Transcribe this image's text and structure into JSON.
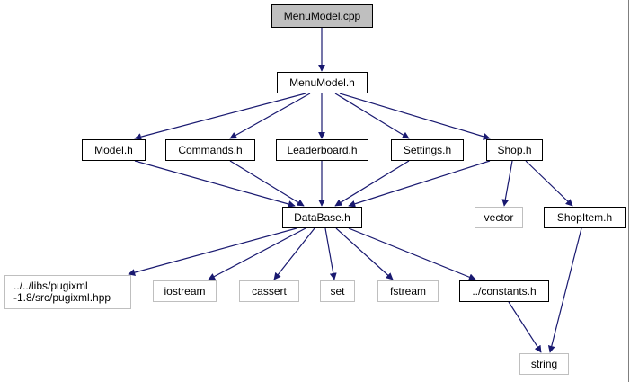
{
  "diagram": {
    "edge_color": "#191970",
    "nodes": [
      {
        "id": "menumodel_cpp",
        "label": "MenuModel.cpp",
        "style": "root"
      },
      {
        "id": "menumodel_h",
        "label": "MenuModel.h",
        "style": "dark"
      },
      {
        "id": "model_h",
        "label": "Model.h",
        "style": "dark"
      },
      {
        "id": "commands_h",
        "label": "Commands.h",
        "style": "dark"
      },
      {
        "id": "leaderboard_h",
        "label": "Leaderboard.h",
        "style": "dark"
      },
      {
        "id": "settings_h",
        "label": "Settings.h",
        "style": "dark"
      },
      {
        "id": "shop_h",
        "label": "Shop.h",
        "style": "dark"
      },
      {
        "id": "database_h",
        "label": "DataBase.h",
        "style": "dark"
      },
      {
        "id": "vector",
        "label": "vector",
        "style": "light"
      },
      {
        "id": "shopitem_h",
        "label": "ShopItem.h",
        "style": "dark"
      },
      {
        "id": "pugixml_hpp",
        "label": "../../libs/pugixml\n-1.8/src/pugixml.hpp",
        "style": "light"
      },
      {
        "id": "iostream",
        "label": "iostream",
        "style": "light"
      },
      {
        "id": "cassert",
        "label": "cassert",
        "style": "light"
      },
      {
        "id": "set",
        "label": "set",
        "style": "light"
      },
      {
        "id": "fstream",
        "label": "fstream",
        "style": "light"
      },
      {
        "id": "constants_h",
        "label": "../constants.h",
        "style": "dark"
      },
      {
        "id": "string",
        "label": "string",
        "style": "light"
      }
    ],
    "edges": [
      {
        "from": "menumodel_cpp",
        "to": "menumodel_h"
      },
      {
        "from": "menumodel_h",
        "to": "model_h"
      },
      {
        "from": "menumodel_h",
        "to": "commands_h"
      },
      {
        "from": "menumodel_h",
        "to": "leaderboard_h"
      },
      {
        "from": "menumodel_h",
        "to": "settings_h"
      },
      {
        "from": "menumodel_h",
        "to": "shop_h"
      },
      {
        "from": "model_h",
        "to": "database_h"
      },
      {
        "from": "commands_h",
        "to": "database_h"
      },
      {
        "from": "leaderboard_h",
        "to": "database_h"
      },
      {
        "from": "settings_h",
        "to": "database_h"
      },
      {
        "from": "shop_h",
        "to": "database_h"
      },
      {
        "from": "shop_h",
        "to": "vector"
      },
      {
        "from": "shop_h",
        "to": "shopitem_h"
      },
      {
        "from": "database_h",
        "to": "pugixml_hpp"
      },
      {
        "from": "database_h",
        "to": "iostream"
      },
      {
        "from": "database_h",
        "to": "cassert"
      },
      {
        "from": "database_h",
        "to": "set"
      },
      {
        "from": "database_h",
        "to": "fstream"
      },
      {
        "from": "database_h",
        "to": "constants_h"
      },
      {
        "from": "shopitem_h",
        "to": "string"
      },
      {
        "from": "constants_h",
        "to": "string"
      }
    ]
  }
}
